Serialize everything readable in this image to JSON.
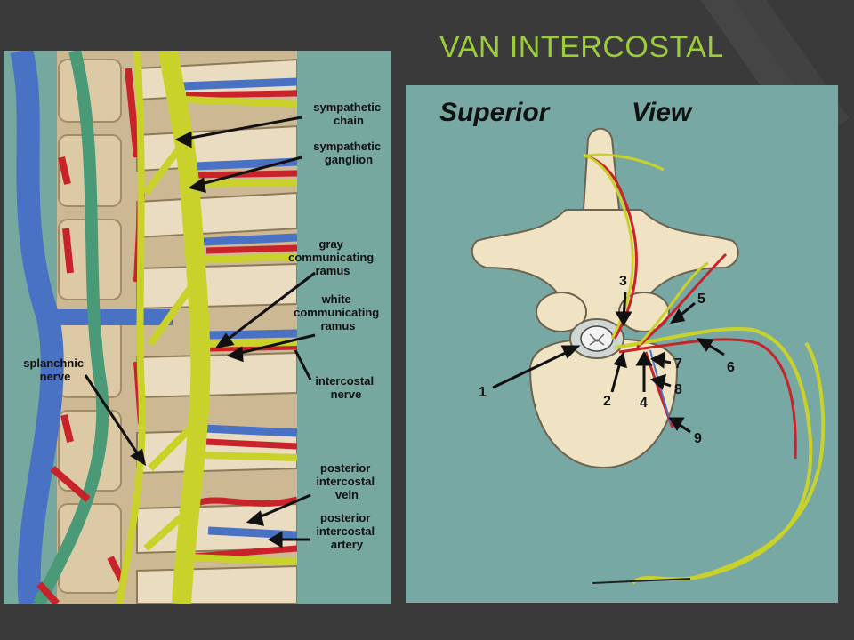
{
  "slide": {
    "title": "VAN INTERCOSTAL"
  },
  "left_figure": {
    "labels": {
      "sympathetic_chain": [
        "sympathetic",
        "chain"
      ],
      "sympathetic_ganglion": [
        "sympathetic",
        "ganglion"
      ],
      "gray_ramus": [
        "gray",
        "communicating",
        "ramus"
      ],
      "white_ramus": [
        "white",
        "communicating",
        "ramus"
      ],
      "intercostal_nerve": [
        "intercostal",
        "nerve"
      ],
      "splanchnic_nerve": [
        "splanchnic",
        "nerve"
      ],
      "post_int_vein": [
        "posterior",
        "intercostal",
        "vein"
      ],
      "post_int_artery": [
        "posterior",
        "intercostal",
        "artery"
      ]
    }
  },
  "right_figure": {
    "heading_left": "Superior",
    "heading_right": "View",
    "numbers": [
      "1",
      "2",
      "3",
      "4",
      "5",
      "6",
      "7",
      "8",
      "9"
    ]
  },
  "colors": {
    "background": "#3a3a3a",
    "title": "#9dcc3b",
    "panel_teal": "#76a8a0",
    "nerve_yellow": "#c9d22a",
    "vein_blue": "#4a72c4",
    "artery_red": "#c8232a",
    "bone": "#efe3c4"
  }
}
